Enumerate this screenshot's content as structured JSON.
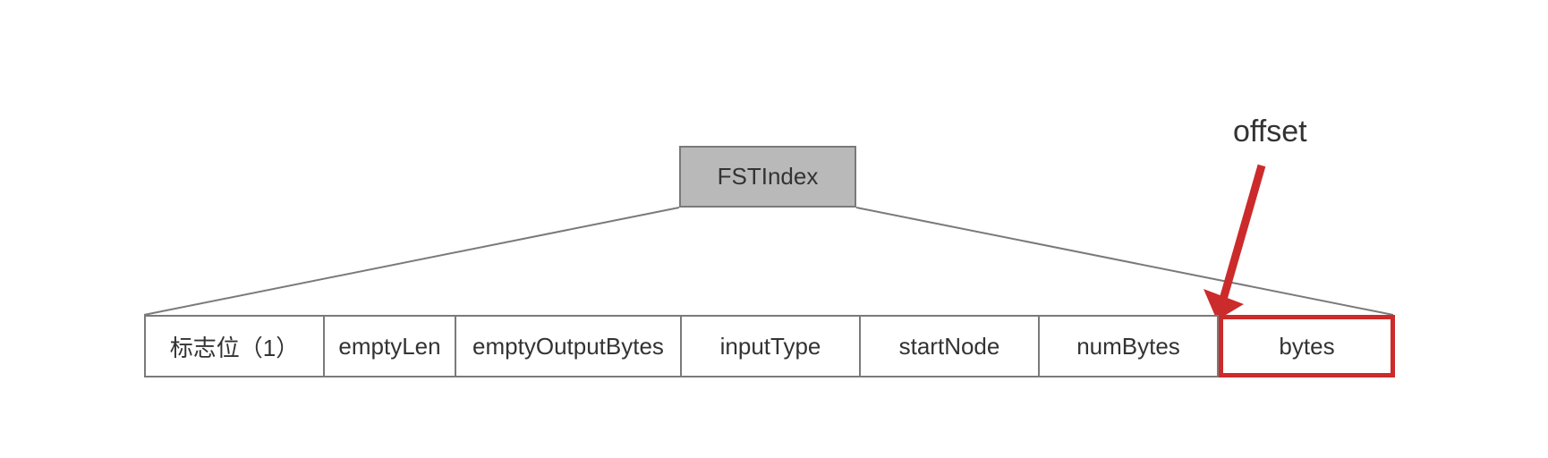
{
  "root": {
    "label": "FSTIndex"
  },
  "fields": [
    {
      "label": "标志位（1）"
    },
    {
      "label": "emptyLen"
    },
    {
      "label": "emptyOutputBytes"
    },
    {
      "label": "inputType"
    },
    {
      "label": "startNode"
    },
    {
      "label": "numBytes"
    },
    {
      "label": "bytes",
      "highlighted": true
    }
  ],
  "annotation": {
    "label": "offset"
  },
  "colors": {
    "accent": "#cc2b2b",
    "root_fill": "#b9b9b9",
    "line": "#7a7a7a",
    "text": "#333333"
  }
}
